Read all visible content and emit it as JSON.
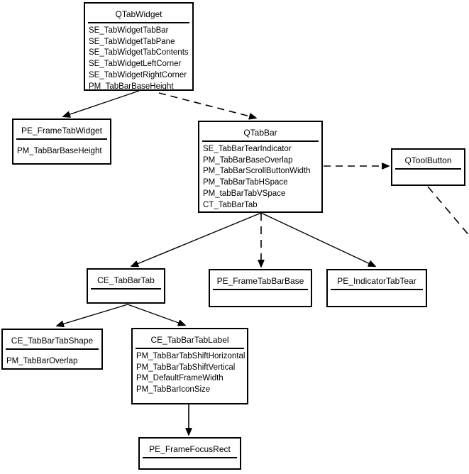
{
  "diagram": {
    "kind": "class-relationship diagram (Qt tab widget style elements)",
    "colors": {
      "background": "#ffffff",
      "line": "#000000",
      "text": "#000000"
    },
    "nodes": {
      "qtabwidget": {
        "title": "QTabWidget",
        "items": [
          "SE_TabWidgetTabBar",
          "SE_TabWidgetTabPane",
          "SE_TabWidgetTabContents",
          "SE_TabWidgetLeftCorner",
          "SE_TabWidgetRightCorner",
          "PM_TabBarBaseHeight"
        ]
      },
      "pe_frametabwidget": {
        "title": "PE_FrameTabWidget",
        "items": [
          "PM_TabBarBaseHeight"
        ]
      },
      "qtabbar": {
        "title": "QTabBar",
        "items": [
          "SE_TabBarTearIndicator",
          "PM_TabBarBaseOverlap",
          "PM_TabBarScrollButtonWidth",
          "PM_TabBarTabHSpace",
          "PM_tabBarTabVSpace",
          "CT_TabBarTab"
        ]
      },
      "qtoolbutton": {
        "title": "QToolButton",
        "items": []
      },
      "ce_tabbartab": {
        "title": "CE_TabBarTab",
        "items": []
      },
      "pe_frametabbarbase": {
        "title": "PE_FrameTabBarBase",
        "items": []
      },
      "pe_indicatortabtear": {
        "title": "PE_IndicatorTabTear",
        "items": []
      },
      "ce_tabbartabshape": {
        "title": "CE_TabBarTabShape",
        "items": [
          "PM_TabBarOverlap"
        ]
      },
      "ce_tabbartablabel": {
        "title": "CE_TabBarTabLabel",
        "items": [
          "PM_TabBarTabShiftHorizontal",
          "PM_TabBarTabShiftVertical",
          "PM_DefaultFrameWidth",
          "PM_TabBarIconSize"
        ]
      },
      "pe_framefocusrect": {
        "title": "PE_FrameFocusRect",
        "items": []
      }
    },
    "edges": [
      {
        "from": "QTabWidget",
        "to": "PE_FrameTabWidget",
        "style": "solid",
        "arrow": true
      },
      {
        "from": "QTabWidget",
        "to": "QTabBar",
        "style": "dashed",
        "arrow": true
      },
      {
        "from": "QTabBar",
        "to": "QToolButton",
        "style": "dashed",
        "arrow": true
      },
      {
        "from": "QToolButton",
        "to": "offscreen-bottom-right",
        "style": "dashed",
        "arrow": false
      },
      {
        "from": "QTabBar",
        "to": "CE_TabBarTab",
        "style": "solid",
        "arrow": true
      },
      {
        "from": "QTabBar",
        "to": "PE_FrameTabBarBase",
        "style": "dashed",
        "arrow": true
      },
      {
        "from": "QTabBar",
        "to": "PE_IndicatorTabTear",
        "style": "solid",
        "arrow": true
      },
      {
        "from": "CE_TabBarTab",
        "to": "CE_TabBarTabShape",
        "style": "solid",
        "arrow": true
      },
      {
        "from": "CE_TabBarTab",
        "to": "CE_TabBarTabLabel",
        "style": "solid",
        "arrow": true
      },
      {
        "from": "CE_TabBarTabLabel",
        "to": "PE_FrameFocusRect",
        "style": "solid",
        "arrow": true
      }
    ]
  }
}
